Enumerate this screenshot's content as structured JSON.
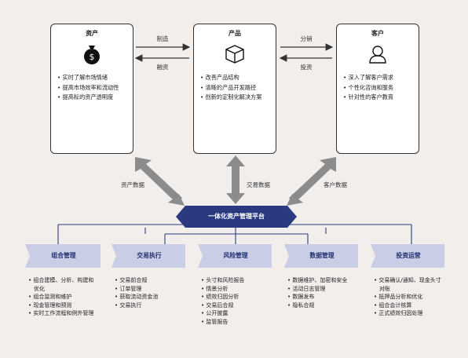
{
  "entities": [
    {
      "title": "资产",
      "icon": "money-bag-icon",
      "items": [
        "实时了解市场情绪",
        "提高市场效率和流动性",
        "提高标的资产透明度"
      ]
    },
    {
      "title": "产品",
      "icon": "cube-icon",
      "items": [
        "改善产品结构",
        "清晰的产品开发路径",
        "创新的定制化解决方案"
      ]
    },
    {
      "title": "客户",
      "icon": "person-icon",
      "items": [
        "深入了解客户需求",
        "个性化咨询和服务",
        "针对性的客户教育"
      ]
    }
  ],
  "flows": {
    "asset_to_product": "制造",
    "product_to_asset": "融资",
    "product_to_client": "分销",
    "client_to_product": "投资"
  },
  "data_flows": {
    "asset": "资产数据",
    "trade": "交易数据",
    "client": "客户数据"
  },
  "platform": "一体化资产管理平台",
  "functions": [
    {
      "title": "组合管理",
      "items": [
        "组合建模、分析、构建和优化",
        "组合监测和维护",
        "现金管理和预测",
        "实时工作流程和例外管理"
      ]
    },
    {
      "title": "交易执行",
      "items": [
        "交易前合规",
        "订单管理",
        "获取流动资金池",
        "交易执行"
      ]
    },
    {
      "title": "风险管理",
      "items": [
        "头寸和风险报告",
        "情景分析",
        "绩效归因分析",
        "交易后合规",
        "公开披露",
        "监管报告"
      ]
    },
    {
      "title": "数据管理",
      "items": [
        "数据维护、加密和安全",
        "活动日志管理",
        "数据发布",
        "隐私合规"
      ]
    },
    {
      "title": "投资运营",
      "items": [
        "交易确认/通知、现金头寸对账",
        "抵押品分析和优化",
        "组合会计核算",
        "正式绩效归因处理"
      ]
    }
  ],
  "colors": {
    "background": "#f2eeec",
    "platform_fill": "#2b3a80",
    "function_fill": "#c9cde6",
    "arrow_gray": "#8c8c8c",
    "connector": "#2b3a80"
  }
}
